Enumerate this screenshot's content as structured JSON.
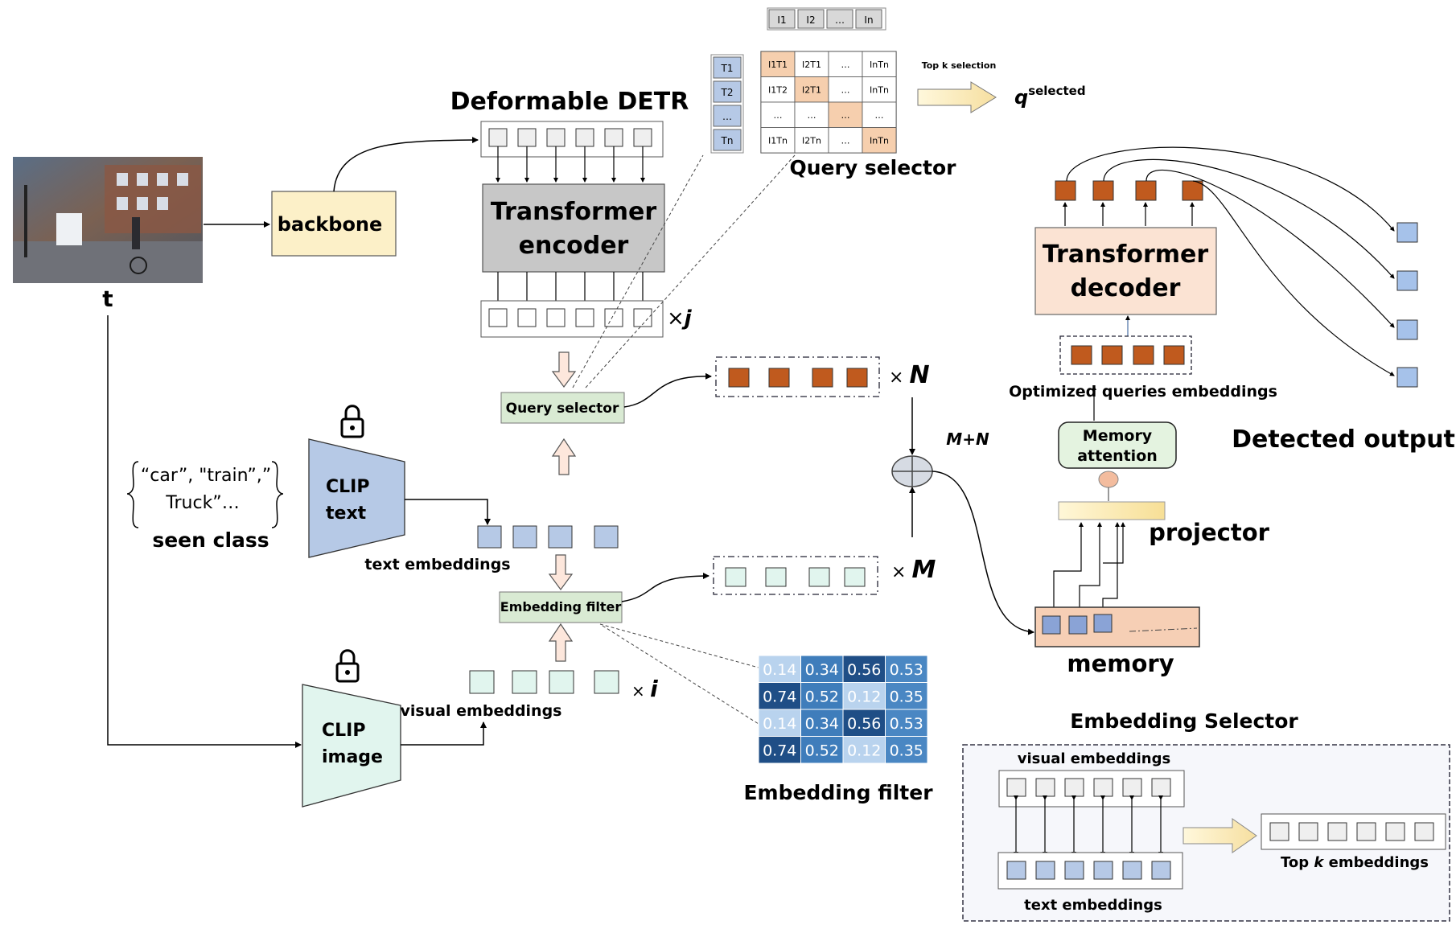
{
  "input": {
    "label": "t"
  },
  "backbone": {
    "label": "backbone"
  },
  "detr": {
    "title": "Deformable DETR",
    "encoder_line1": "Transformer",
    "encoder_line2": "encoder",
    "repeat": "j"
  },
  "query_selector_node": {
    "label": "Query selector"
  },
  "embedding_filter_node": {
    "label": "Embedding filter"
  },
  "query_selector_detail": {
    "title": "Query selector",
    "top_tokens": [
      "I1",
      "I2",
      "…",
      "In"
    ],
    "side_tokens": [
      "T1",
      "T2",
      "…",
      "Tn"
    ],
    "cells": [
      [
        "I1T1",
        "I2T1",
        "…",
        "InTn"
      ],
      [
        "I1T2",
        "I2T1",
        "…",
        "InTn"
      ],
      [
        "…",
        "…",
        "…",
        "…"
      ],
      [
        "I1Tn",
        "I2Tn",
        "…",
        "InTn"
      ]
    ],
    "highlight": [
      [
        true,
        false,
        false,
        false
      ],
      [
        false,
        true,
        false,
        false
      ],
      [
        false,
        false,
        true,
        false
      ],
      [
        false,
        false,
        false,
        true
      ]
    ],
    "arrow_label": "Top k selection",
    "output_symbol": "q",
    "output_superscript": "selected"
  },
  "queries_row": {
    "multiplier": "N"
  },
  "embed_row": {
    "multiplier": "M"
  },
  "sum_label": "M+N",
  "clip_text": {
    "line1": "CLIP",
    "line2": "text"
  },
  "clip_image": {
    "line1": "CLIP",
    "line2": "image"
  },
  "seen_class": {
    "line1": "“car”, \"train”,”",
    "line2": "Truck”…",
    "label": "seen class"
  },
  "text_embeddings_label": "text embeddings",
  "visual_embeddings_label": "visual embeddings",
  "visual_multiplier": "i",
  "embedding_filter_detail": {
    "title": "Embedding filter",
    "rows": [
      [
        "0.14",
        "0.34",
        "0.56",
        "0.53"
      ],
      [
        "0.74",
        "0.52",
        "0.12",
        "0.35"
      ],
      [
        "0.14",
        "0.34",
        "0.56",
        "0.53"
      ],
      [
        "0.74",
        "0.52",
        "0.12",
        "0.35"
      ]
    ],
    "shades": [
      [
        "#b9d3ee",
        "#3f7dbb",
        "#1f4e86",
        "#4a87c3"
      ],
      [
        "#1f4e86",
        "#3f7dbb",
        "#b9d3ee",
        "#4a87c3"
      ],
      [
        "#b9d3ee",
        "#3f7dbb",
        "#1f4e86",
        "#4a87c3"
      ],
      [
        "#1f4e86",
        "#3f7dbb",
        "#b9d3ee",
        "#4a87c3"
      ]
    ]
  },
  "decoder": {
    "line1": "Transformer",
    "line2": "decoder",
    "optimized_label": "Optimized queries embeddings"
  },
  "memory_attention": {
    "line1": "Memory",
    "line2": "attention"
  },
  "projector": {
    "label": "projector"
  },
  "memory": {
    "label": "memory"
  },
  "detected_output": {
    "label": "Detected output"
  },
  "embedding_selector": {
    "title": "Embedding Selector",
    "visual_label": "visual embeddings",
    "text_label": "text embeddings",
    "top_prefix": "Top ",
    "top_k": "k",
    "top_suffix": " embeddings"
  },
  "colors": {
    "query_orange": "#c05a1e",
    "text_blue": "#b6c9e6",
    "visual_green": "#e1f5ee",
    "backbone_fill": "#fcf0c8",
    "encoder_fill": "#c7c7c7",
    "decoder_fill": "#fbe3d3",
    "node_green": "#d9ead3",
    "highlight_cell": "#f6cfae"
  }
}
